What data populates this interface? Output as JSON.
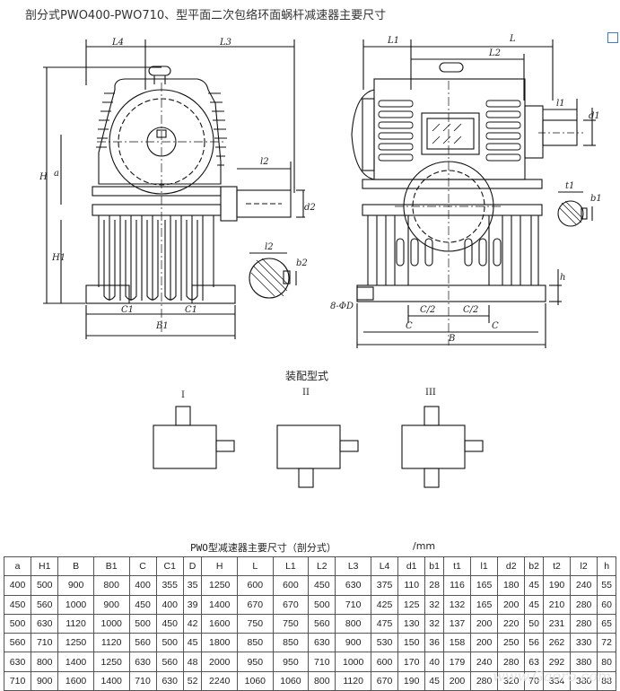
{
  "title": "剖分式PWO400-PWO710、型平面二次包络环面蜗杆减速器主要尺寸",
  "labels": {
    "L4": "L4",
    "L3": "L3",
    "L1": "L1",
    "L": "L",
    "L2": "L2",
    "l1": "l1",
    "H": "H",
    "a": "a",
    "H1": "H1",
    "l2": "l2",
    "d2": "d2",
    "b2": "b2",
    "d1": "d1",
    "t1": "t1",
    "b1": "b1",
    "h": "h",
    "C1": "C1",
    "B1": "B1",
    "holes": "8-ΦD",
    "C2": "C/2",
    "C": "C",
    "B": "B"
  },
  "assembly": {
    "title": "装配型式",
    "types": [
      "I",
      "II",
      "III"
    ]
  },
  "table": {
    "caption": "PWO型减速器主要尺寸（剖分式）",
    "unit": "/mm",
    "headers": [
      "a",
      "H1",
      "B",
      "B1",
      "C",
      "C1",
      "D",
      "H",
      "L",
      "L1",
      "L2",
      "L3",
      "L4",
      "d1",
      "b1",
      "t1",
      "l1",
      "d2",
      "b2",
      "t2",
      "l2",
      "h"
    ],
    "rows": [
      [
        "400",
        "500",
        "900",
        "800",
        "400",
        "355",
        "35",
        "1250",
        "600",
        "600",
        "450",
        "630",
        "375",
        "110",
        "28",
        "116",
        "165",
        "180",
        "45",
        "190",
        "240",
        "55"
      ],
      [
        "450",
        "560",
        "1000",
        "900",
        "450",
        "400",
        "39",
        "1400",
        "670",
        "670",
        "500",
        "710",
        "425",
        "125",
        "32",
        "132",
        "165",
        "200",
        "45",
        "210",
        "280",
        "60"
      ],
      [
        "500",
        "630",
        "1120",
        "1000",
        "500",
        "450",
        "42",
        "1600",
        "750",
        "750",
        "560",
        "800",
        "475",
        "130",
        "32",
        "137",
        "200",
        "220",
        "50",
        "231",
        "280",
        "65"
      ],
      [
        "560",
        "710",
        "1250",
        "1120",
        "560",
        "500",
        "45",
        "1800",
        "850",
        "850",
        "630",
        "900",
        "530",
        "150",
        "36",
        "158",
        "200",
        "250",
        "56",
        "262",
        "330",
        "72"
      ],
      [
        "630",
        "800",
        "1400",
        "1250",
        "630",
        "560",
        "48",
        "2000",
        "950",
        "950",
        "710",
        "1000",
        "600",
        "170",
        "40",
        "179",
        "240",
        "280",
        "63",
        "292",
        "380",
        "80"
      ],
      [
        "710",
        "900",
        "1600",
        "1400",
        "710",
        "630",
        "52",
        "2240",
        "1060",
        "1060",
        "800",
        "1120",
        "670",
        "190",
        "45",
        "200",
        "280",
        "320",
        "70",
        "334",
        "380",
        "88"
      ]
    ]
  },
  "watermark": "www.Gaoro.com"
}
